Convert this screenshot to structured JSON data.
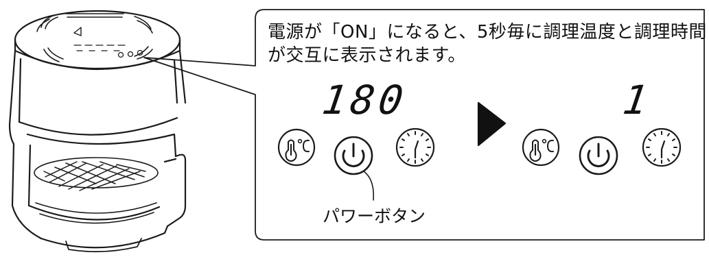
{
  "callout": {
    "line1": "電源が「ON」になると、5秒毎に調理温度と調理時間",
    "line2": "が交互に表示されます。"
  },
  "display_before": {
    "temperature": "180"
  },
  "display_after": {
    "time": "1"
  },
  "labels": {
    "power_button": "パワーボタン"
  },
  "icons": [
    "thermometer-celsius-icon",
    "power-icon",
    "clock-icon",
    "play-arrow-icon"
  ]
}
